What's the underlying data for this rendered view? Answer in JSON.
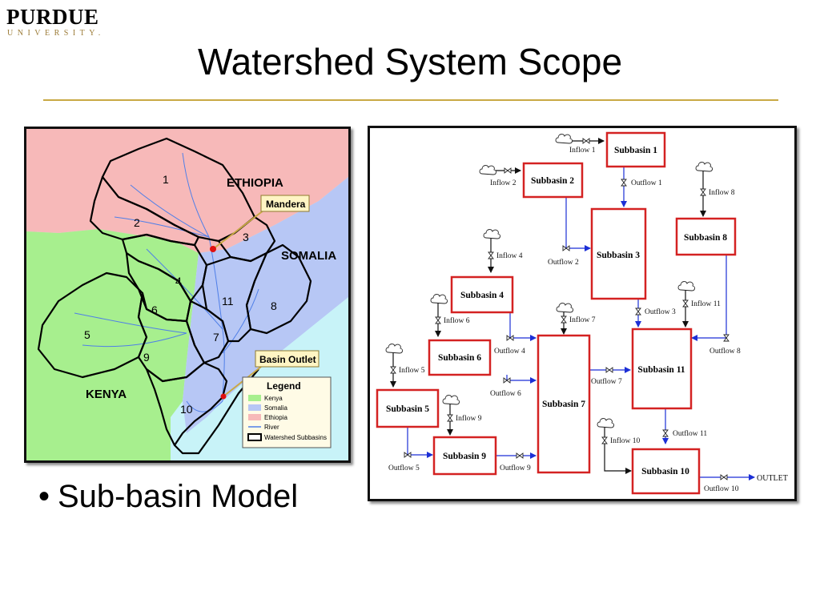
{
  "logo": {
    "main": "PURDUE",
    "sub": "UNIVERSITY."
  },
  "slide": {
    "title": "Watershed System Scope",
    "bullet": "Sub-basin Model"
  },
  "map": {
    "regions": {
      "ethiopia": "ETHIOPIA",
      "somalia": "SOMALIA",
      "kenya": "KENYA"
    },
    "callouts": {
      "mandera": "Mandera",
      "outlet": "Basin Outlet"
    },
    "subbasins": [
      "1",
      "2",
      "3",
      "4",
      "5",
      "6",
      "7",
      "8",
      "9",
      "10",
      "11"
    ],
    "legend": {
      "title": "Legend",
      "items": [
        "Kenya",
        "Somalia",
        "Ethiopia",
        "River",
        "Watershed Subbasins"
      ]
    },
    "colors": {
      "ethiopia": "#f7b9b9",
      "somalia": "#b7c7f5",
      "kenya": "#a7ef8e",
      "sea": "#c8f3f8",
      "river": "#4f7fe8"
    }
  },
  "diagram": {
    "subbasins": [
      "Subbasin 1",
      "Subbasin 2",
      "Subbasin 3",
      "Subbasin 4",
      "Subbasin 5",
      "Subbasin 6",
      "Subbasin 7",
      "Subbasin 8",
      "Subbasin 9",
      "Subbasin 10",
      "Subbasin 11"
    ],
    "inflows": [
      "Inflow 1",
      "Inflow 2",
      "Inflow 4",
      "Inflow 5",
      "Inflow 6",
      "Inflow 7",
      "Inflow 8",
      "Inflow 9",
      "Inflow 10",
      "Inflow 11"
    ],
    "outflows": [
      "Outflow 1",
      "Outflow 2",
      "Outflow 3",
      "Outflow 4",
      "Outflow 5",
      "Outflow 6",
      "Outflow 7",
      "Outflow 8",
      "Outflow 9",
      "Outflow 10",
      "Outflow 11"
    ],
    "outlet": "OUTLET",
    "colors": {
      "box": "#d42222",
      "link": "#1c2fd6"
    }
  }
}
